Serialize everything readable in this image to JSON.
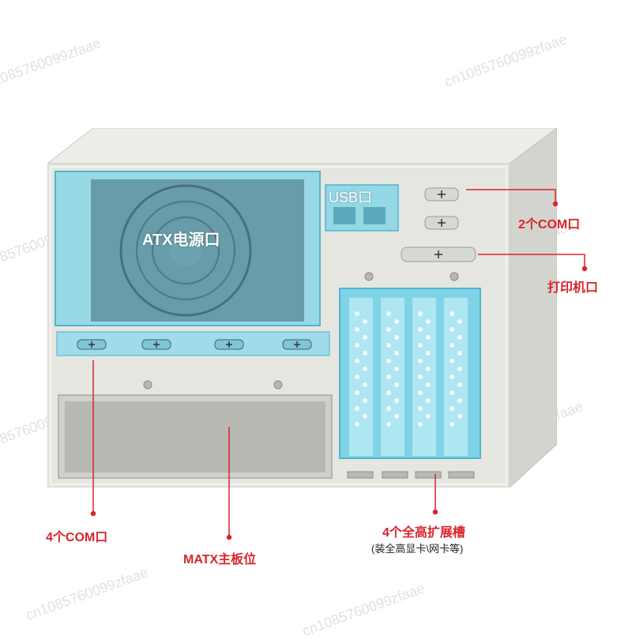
{
  "watermark": "cn1085760099zfaae",
  "labels": {
    "psu": "ATX电源口",
    "usb": "USB口",
    "com2": "2个COM口",
    "printer": "打印机口",
    "com4": "4个COM口",
    "matx": "MATX主板位",
    "expansion": "4个全高扩展槽",
    "expansion_sub": "(装全高显卡\\网卡等)"
  },
  "colors": {
    "highlight": "#7fd3e6",
    "accent_red": "#d9242b",
    "chassis": "#e6e6e1"
  }
}
